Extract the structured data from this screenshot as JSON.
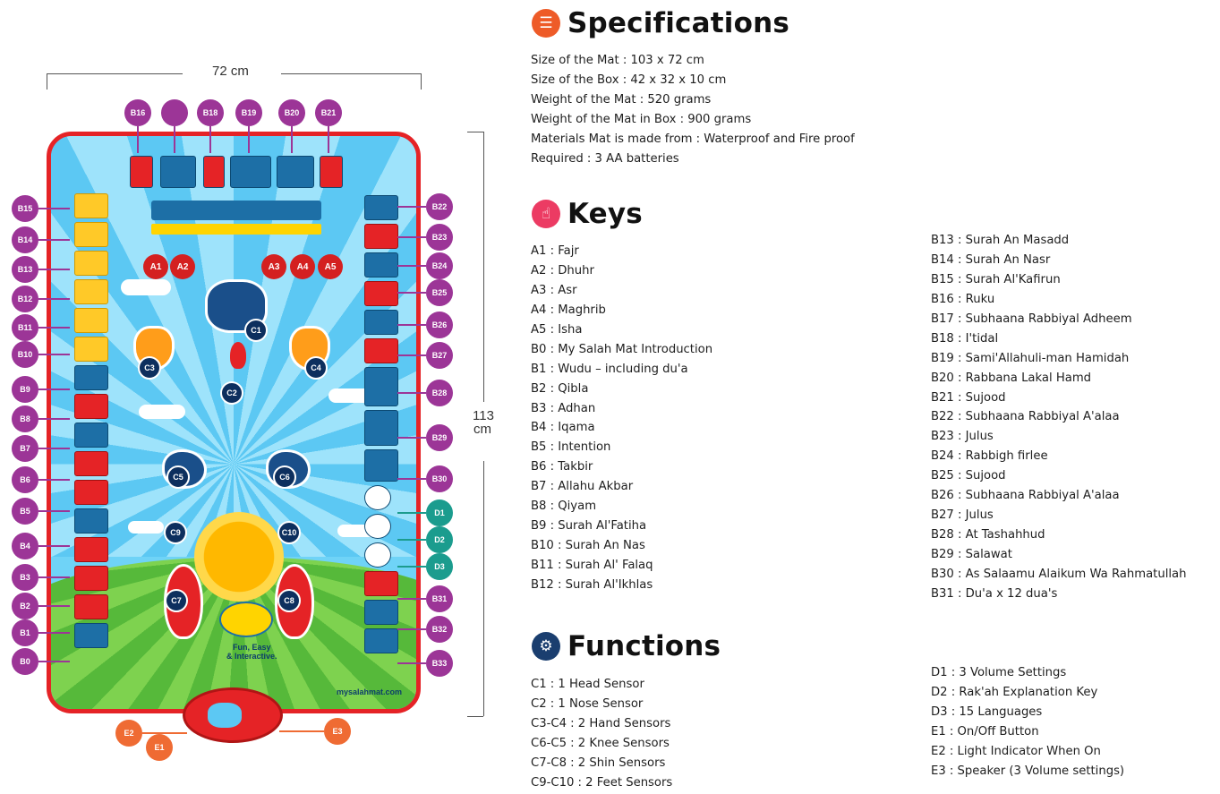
{
  "illustration": {
    "width_label": "72 cm",
    "height_label_line1": "113",
    "height_label_line2": "cm",
    "website": "mysalahmat.com",
    "tagline": [
      "Fun, Easy",
      "& Interactive."
    ],
    "prayer_buttons": [
      "A1",
      "A2",
      "A3",
      "A4",
      "A5"
    ],
    "sensors": [
      "C1",
      "C2",
      "C3",
      "C4",
      "C5",
      "C6",
      "C7",
      "C8",
      "C9",
      "C10"
    ],
    "top_badges": [
      "B16",
      "",
      "B18",
      "B19",
      "B20",
      "B21"
    ],
    "left_badges": [
      "B15",
      "B14",
      "B13",
      "B12",
      "B11",
      "B10",
      "B9",
      "B8",
      "B7",
      "B6",
      "B5",
      "B4",
      "B3",
      "B2",
      "B1",
      "B0"
    ],
    "right_badges": [
      "B22",
      "B23",
      "B24",
      "B25",
      "B26",
      "B27",
      "B28",
      "B29",
      "B30",
      "B31",
      "B32",
      "B33"
    ],
    "d_badges": [
      "D1",
      "D2",
      "D3"
    ],
    "e_badges": [
      "E2",
      "E1",
      "E3"
    ]
  },
  "specifications": {
    "title": "Specifications",
    "icon": "list-icon",
    "items": [
      "Size of the Mat : 103 x 72 cm",
      "Size of the Box : 42 x 32 x 10 cm",
      "Weight of the Mat : 520 grams",
      "Weight of the Mat in Box : 900 grams",
      "Materials Mat is made from : Waterproof and Fire proof",
      "Required : 3 AA batteries"
    ]
  },
  "keys": {
    "title": "Keys",
    "icon": "pointer-hand-icon",
    "left": [
      "A1 : Fajr",
      "A2 : Dhuhr",
      "A3 : Asr",
      "A4 : Maghrib",
      "A5 : Isha",
      "B0 : My Salah Mat Introduction",
      "B1 : Wudu – including du'a",
      "B2 : Qibla",
      "B3 : Adhan",
      "B4 : Iqama",
      "B5 : Intention",
      "B6 : Takbir",
      "B7 : Allahu Akbar",
      "B8 : Qiyam",
      "B9 : Surah Al'Fatiha",
      "B10 : Surah An Nas",
      "B11 : Surah Al' Falaq",
      "B12 : Surah Al'Ikhlas"
    ],
    "right": [
      "B13 : Surah An Masadd",
      "B14 : Surah An Nasr",
      "B15 : Surah Al'Kafirun",
      "B16 : Ruku",
      "B17 : Subhaana Rabbiyal Adheem",
      "B18 : I'tidal",
      "B19 : Sami'Allahuli-man Hamidah",
      "B20 : Rabbana Lakal Hamd",
      "B21 : Sujood",
      "B22 : Subhaana Rabbiyal A'alaa",
      "B23 : Julus",
      "B24 : Rabbigh firlee",
      "B25 : Sujood",
      "B26 : Subhaana Rabbiyal A'alaa",
      "B27 : Julus",
      "B28 : At Tashahhud",
      "B29 : Salawat",
      "B30 : As Salaamu Alaikum Wa Rahmatullah",
      "B31 : Du'a x 12 dua's"
    ]
  },
  "functions": {
    "title": "Functions",
    "icon": "gear-icon",
    "left": [
      "C1 : 1 Head Sensor",
      "C2 : 1 Nose Sensor",
      "C3-C4 : 2 Hand Sensors",
      "C6-C5 : 2 Knee Sensors",
      "C7-C8 : 2 Shin Sensors",
      "C9-C10 : 2 Feet Sensors"
    ],
    "right": [
      "D1 : 3 Volume Settings",
      "D2 : Rak'ah Explanation Key",
      "D3 : 15 Languages",
      "E1 : On/Off Button",
      "E2 : Light Indicator When On",
      "E3 : Speaker (3 Volume settings)"
    ]
  },
  "colors": {
    "purple_badge": "#9c3597",
    "teal_badge": "#1b9c8e",
    "orange_badge": "#ef6b33",
    "mat_border": "#e52326"
  }
}
